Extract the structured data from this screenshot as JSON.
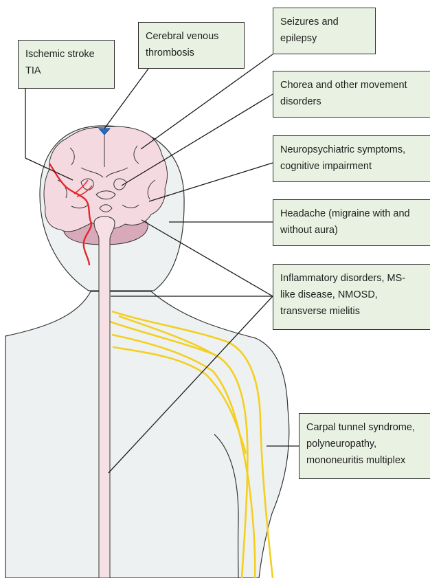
{
  "labels": {
    "ischemic": [
      "Ischemic stroke",
      "TIA"
    ],
    "cvt": [
      "Cerebral venous",
      "thrombosis"
    ],
    "seizures": [
      "Seizures and",
      "epilepsy"
    ],
    "chorea": [
      "Chorea and other movement",
      "disorders"
    ],
    "neuro": [
      "Neuropsychiatric symptoms,",
      "cognitive impairment"
    ],
    "headache": [
      "Headache (migraine with and",
      "without aura)"
    ],
    "inflam": [
      "Inflammatory disorders, MS-",
      "like disease, NMOSD,",
      "transverse mielitis"
    ],
    "carpal": [
      "Carpal tunnel syndrome,",
      "polyneuropathy,",
      "mononeuritis multiplex"
    ]
  },
  "colors": {
    "box_fill": "#e9f1e3",
    "skin": "#eef1f1",
    "brain": "#f5d9e0",
    "cerebellum": "#d8a9b9",
    "spinal_cord": "#f7dfe6",
    "nerves": "#f4cf1f",
    "stroke_vessel": "#e0282a",
    "venous_sinus": "#1f6fc9"
  }
}
